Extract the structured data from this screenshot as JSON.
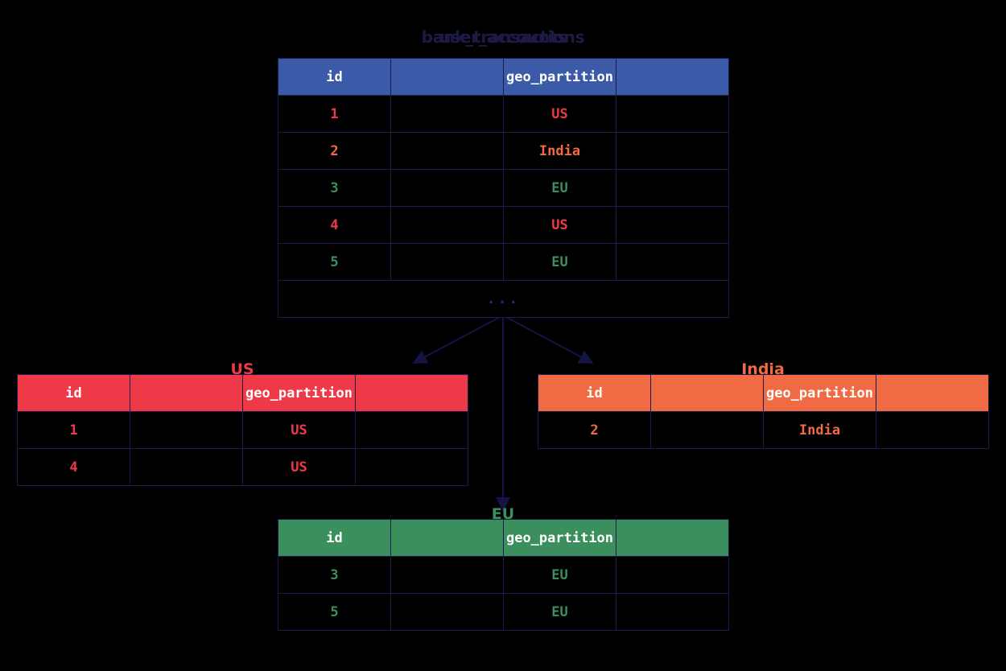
{
  "diagram": {
    "background": "#000000",
    "border_color": "#1b1b4e",
    "arrow_color": "#141445"
  },
  "main_table": {
    "title": "bank_transactions",
    "title_overlay": "user_accounts",
    "header_color": "#3b5ba9",
    "columns": [
      "id",
      "",
      "geo_partition",
      ""
    ],
    "rows": [
      {
        "id": "1",
        "blank1": "",
        "geo_partition": "US",
        "blank2": "",
        "color": "#ee3a48"
      },
      {
        "id": "2",
        "blank1": "",
        "geo_partition": "India",
        "blank2": "",
        "color": "#f06a43"
      },
      {
        "id": "3",
        "blank1": "",
        "geo_partition": "EU",
        "blank2": "",
        "color": "#3b8f5d"
      },
      {
        "id": "4",
        "blank1": "",
        "geo_partition": "US",
        "blank2": "",
        "color": "#ee3a48"
      },
      {
        "id": "5",
        "blank1": "",
        "geo_partition": "EU",
        "blank2": "",
        "color": "#3b8f5d"
      }
    ],
    "ellipsis": "..."
  },
  "partitions": [
    {
      "key": "us",
      "title": "US",
      "header_color": "#ee3a48",
      "text_color": "#ee3a48",
      "columns": [
        "id",
        "",
        "geo_partition",
        ""
      ],
      "rows": [
        {
          "id": "1",
          "blank1": "",
          "geo_partition": "US",
          "blank2": ""
        },
        {
          "id": "4",
          "blank1": "",
          "geo_partition": "US",
          "blank2": ""
        }
      ]
    },
    {
      "key": "india",
      "title": "India",
      "header_color": "#f06a43",
      "text_color": "#f06a43",
      "columns": [
        "id",
        "",
        "geo_partition",
        ""
      ],
      "rows": [
        {
          "id": "2",
          "blank1": "",
          "geo_partition": "India",
          "blank2": ""
        }
      ]
    },
    {
      "key": "eu",
      "title": "EU",
      "header_color": "#3b8f5d",
      "text_color": "#3b8f5d",
      "columns": [
        "id",
        "",
        "geo_partition",
        ""
      ],
      "rows": [
        {
          "id": "3",
          "blank1": "",
          "geo_partition": "EU",
          "blank2": ""
        },
        {
          "id": "5",
          "blank1": "",
          "geo_partition": "EU",
          "blank2": ""
        }
      ]
    }
  ]
}
